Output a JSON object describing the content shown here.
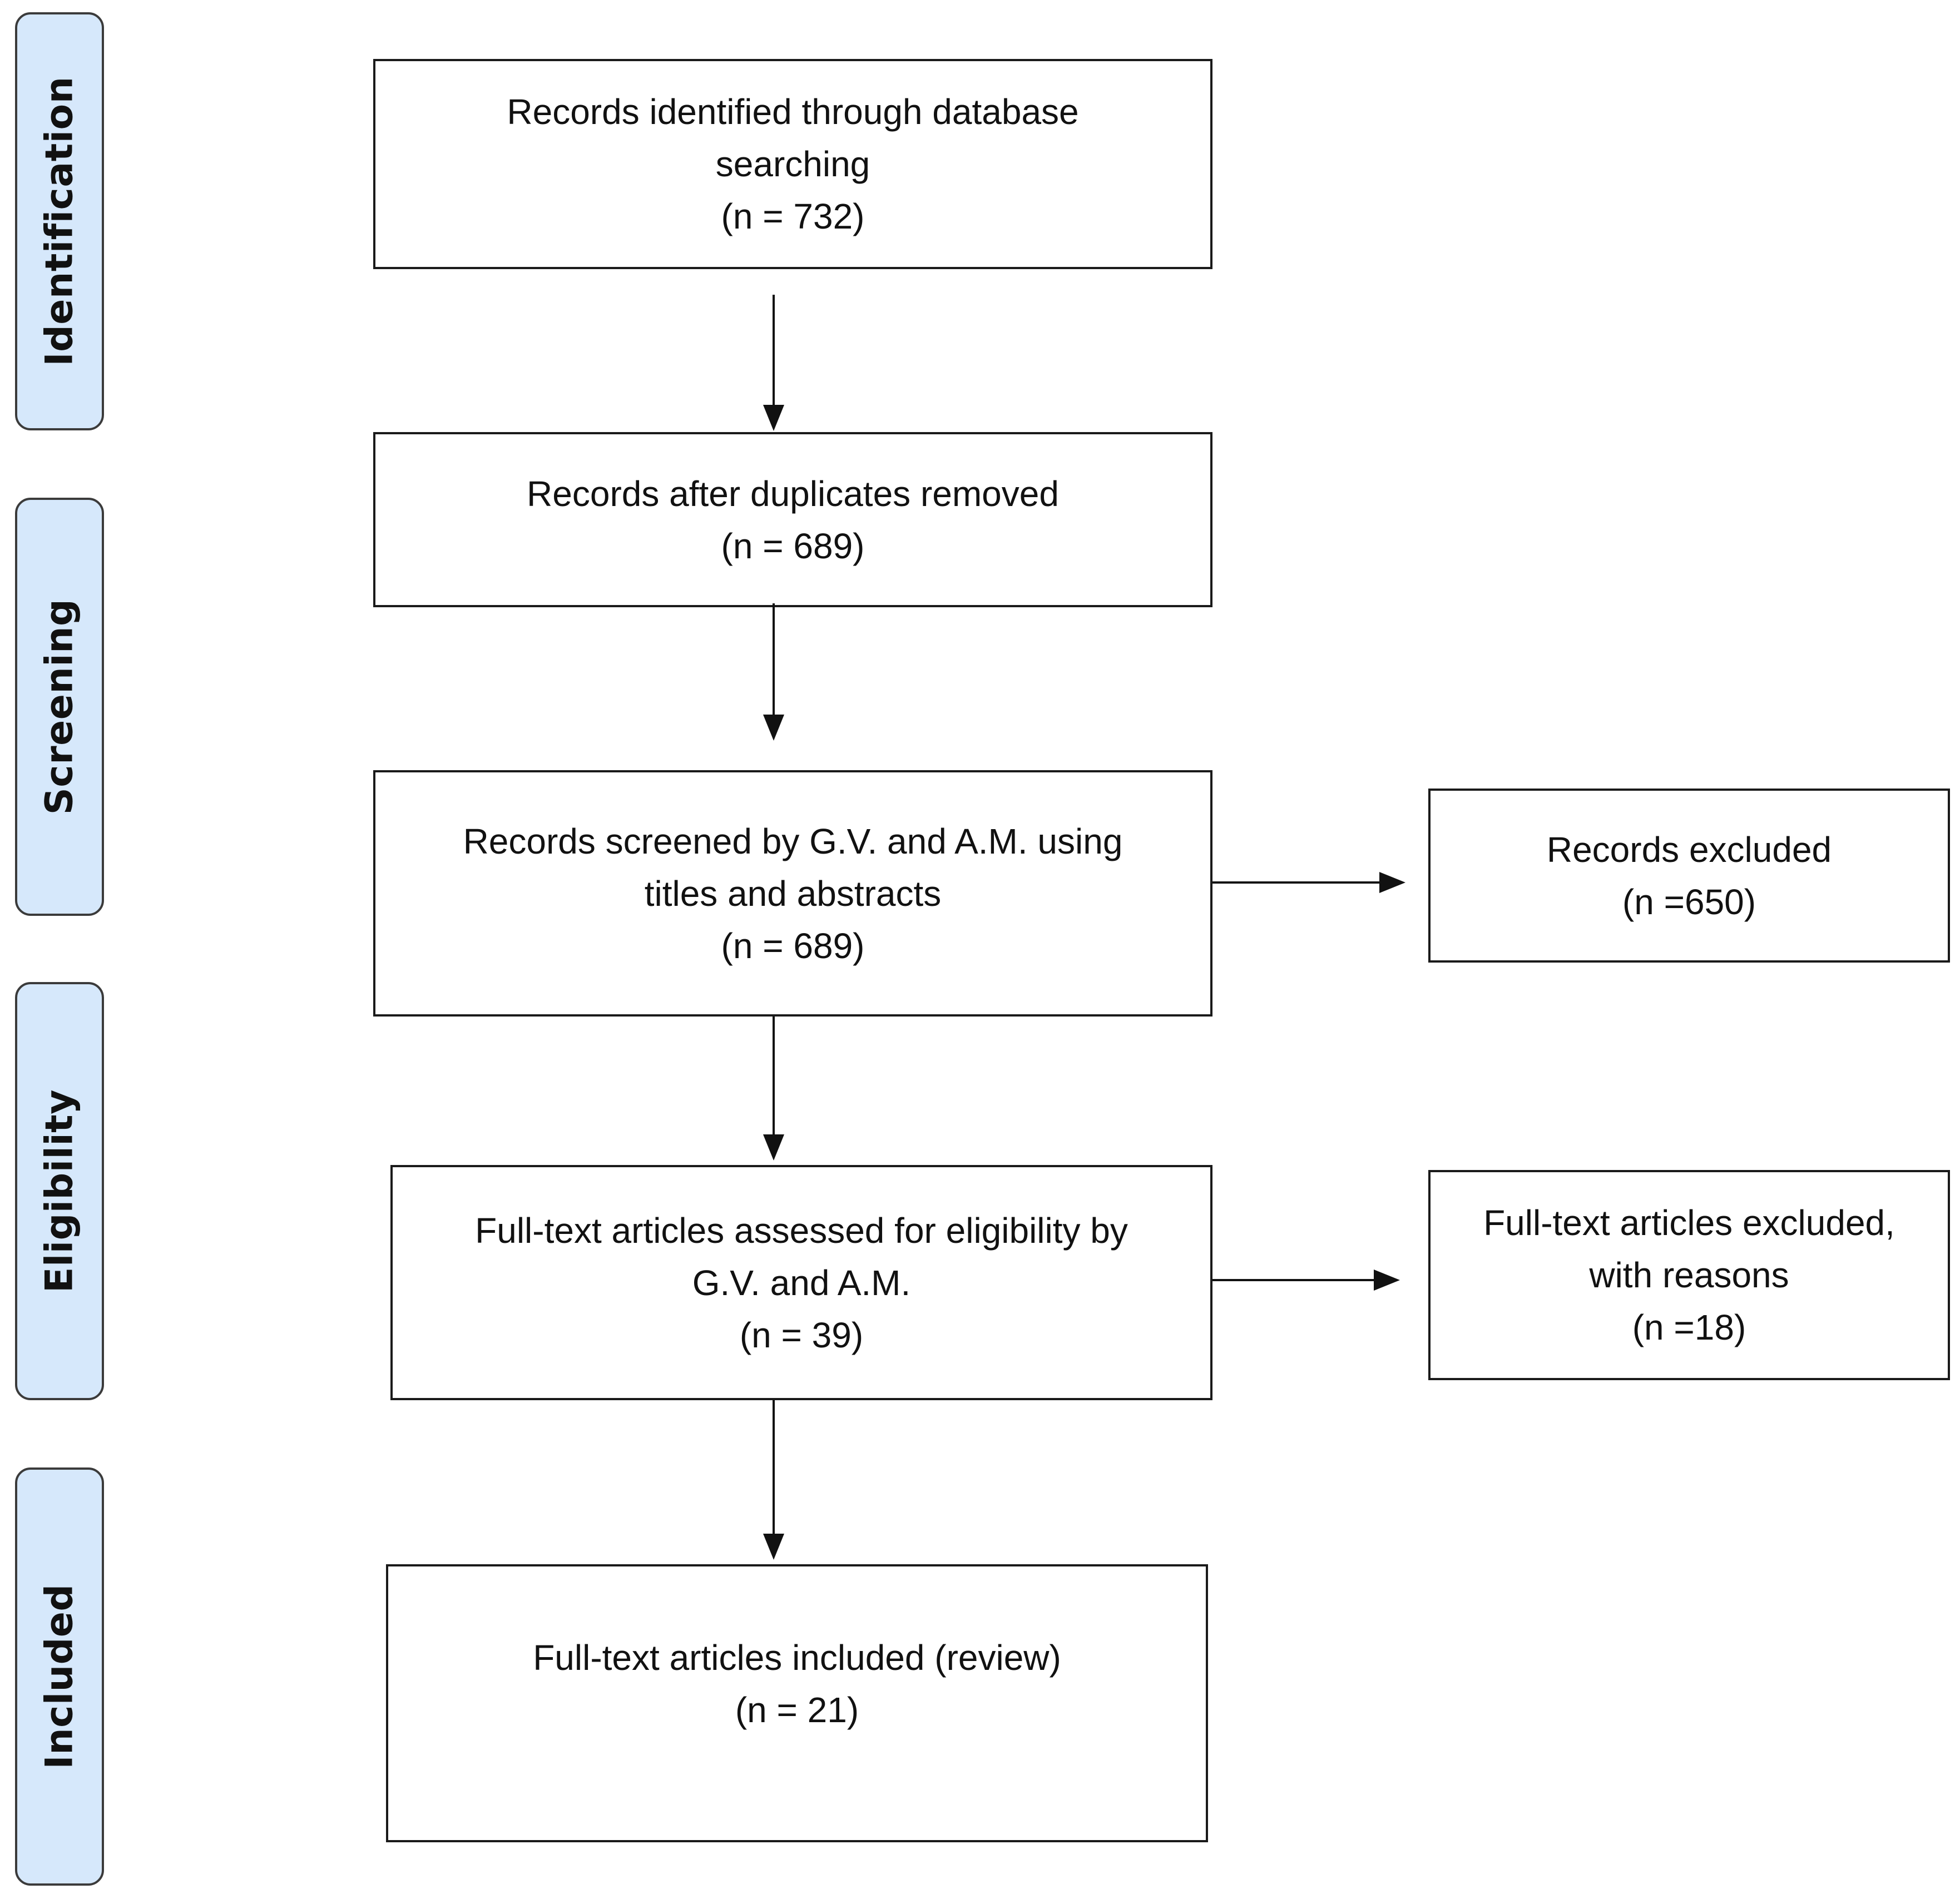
{
  "stages": {
    "identification": "Identification",
    "screening": "Screening",
    "eligibility": "Eligibility",
    "included": "Included"
  },
  "boxes": {
    "identified": {
      "line1": "Records identified through database",
      "line2": "searching",
      "count": "(n = 732)"
    },
    "dedup": {
      "line1": "Records after duplicates removed",
      "count": "(n = 689)"
    },
    "screened": {
      "line1": "Records screened by G.V. and A.M. using",
      "line2": "titles and abstracts",
      "count": "(n = 689)"
    },
    "excluded": {
      "line1": "Records excluded",
      "count": "(n =650)"
    },
    "fulltext": {
      "line1": "Full-text articles assessed for eligibility by",
      "line2": "G.V. and A.M.",
      "count": "(n = 39)"
    },
    "ft_excluded": {
      "line1": "Full-text articles excluded,",
      "line2": "with reasons",
      "count": "(n =18)"
    },
    "included": {
      "line1": "Full-text articles included (review)",
      "count": "(n = 21)"
    }
  },
  "colors": {
    "stage_fill": "#d6e8fb",
    "stage_border": "#3b3b3b",
    "box_border": "#1a1a1a",
    "arrow": "#111111"
  }
}
